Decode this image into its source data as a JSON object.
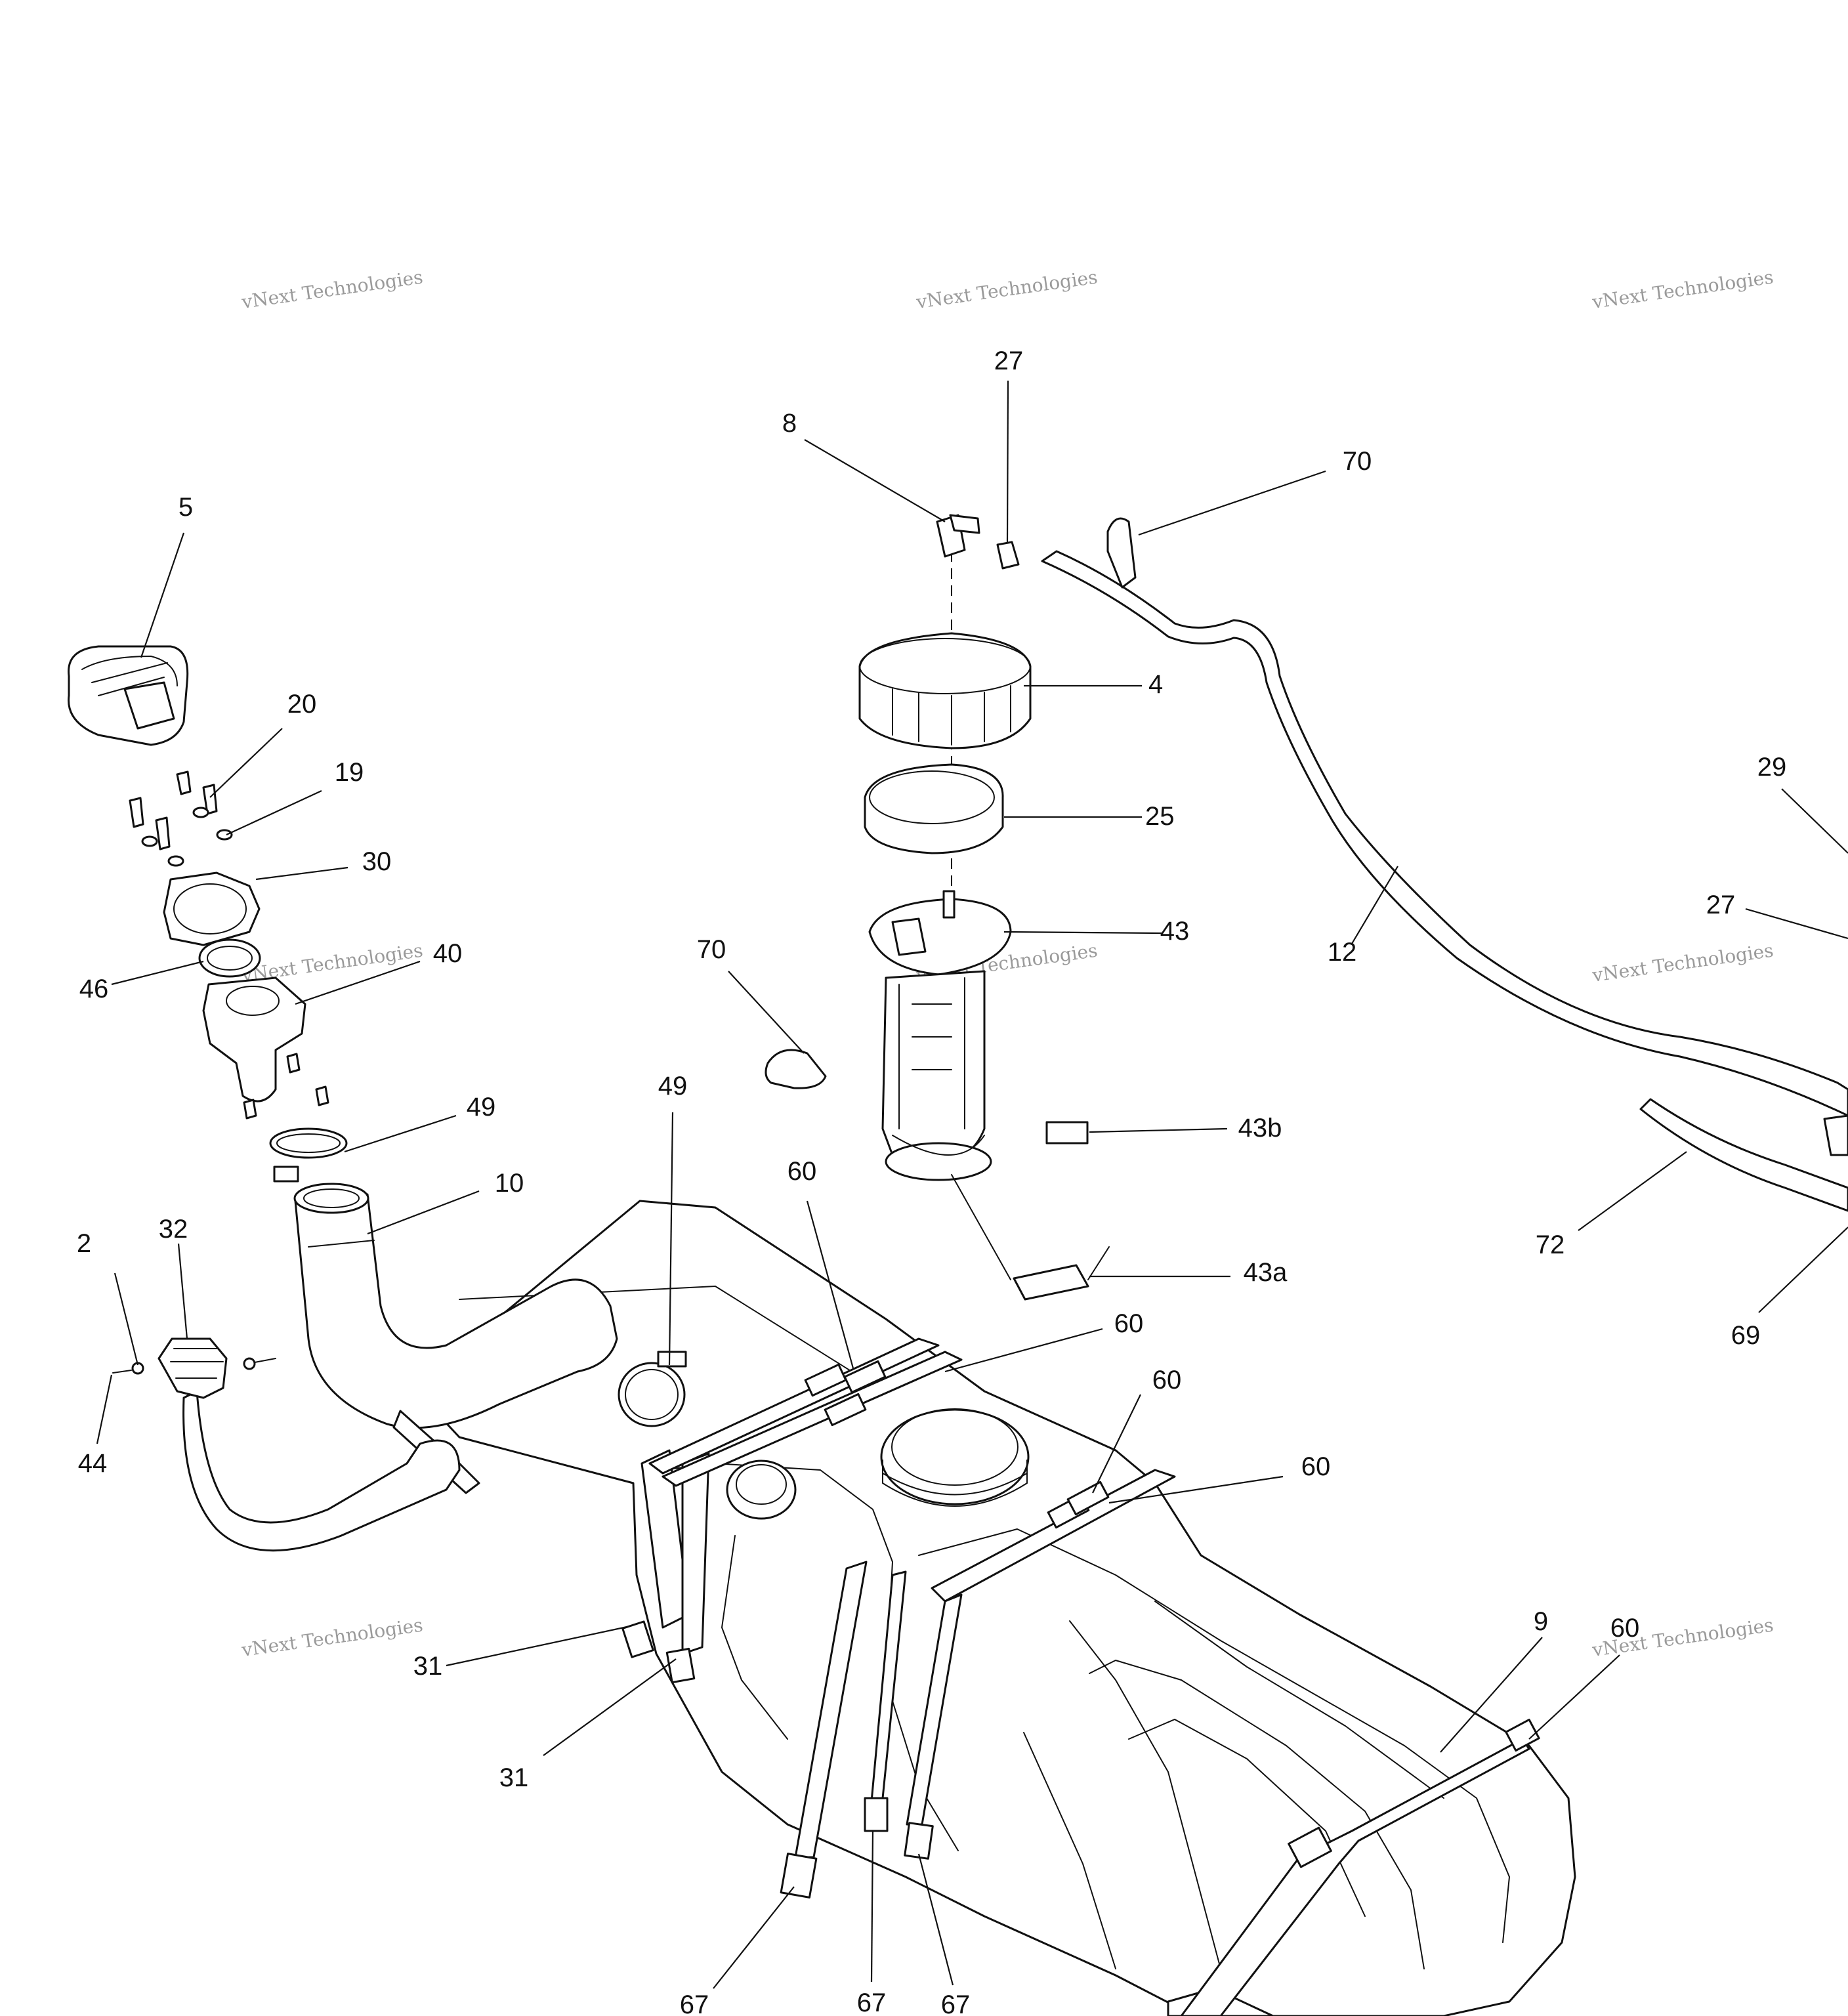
{
  "watermark": {
    "line1": "vNext Technologies",
    "line2": "vNext\nTechnologies"
  },
  "callouts": [
    {
      "id": "c5",
      "text": "5"
    },
    {
      "id": "c20",
      "text": "20"
    },
    {
      "id": "c19",
      "text": "19"
    },
    {
      "id": "c30",
      "text": "30"
    },
    {
      "id": "c40",
      "text": "40"
    },
    {
      "id": "c46",
      "text": "46"
    },
    {
      "id": "c49a",
      "text": "49"
    },
    {
      "id": "c10",
      "text": "10"
    },
    {
      "id": "c2",
      "text": "2"
    },
    {
      "id": "c32",
      "text": "32"
    },
    {
      "id": "c44",
      "text": "44"
    },
    {
      "id": "c8",
      "text": "8"
    },
    {
      "id": "c27a",
      "text": "27"
    },
    {
      "id": "c70a",
      "text": "70"
    },
    {
      "id": "c4",
      "text": "4"
    },
    {
      "id": "c25",
      "text": "25"
    },
    {
      "id": "c43",
      "text": "43"
    },
    {
      "id": "c12",
      "text": "12"
    },
    {
      "id": "c70b",
      "text": "70"
    },
    {
      "id": "c49b",
      "text": "49"
    },
    {
      "id": "c60a",
      "text": "60"
    },
    {
      "id": "c43b",
      "text": "43b"
    },
    {
      "id": "c43a",
      "text": "43a"
    },
    {
      "id": "c60b",
      "text": "60"
    },
    {
      "id": "c60c",
      "text": "60"
    },
    {
      "id": "c60d",
      "text": "60"
    },
    {
      "id": "c29",
      "text": "29"
    },
    {
      "id": "c27b",
      "text": "27"
    },
    {
      "id": "c72",
      "text": "72"
    },
    {
      "id": "c69",
      "text": "69"
    },
    {
      "id": "c31a",
      "text": "31"
    },
    {
      "id": "c31b",
      "text": "31"
    },
    {
      "id": "c9",
      "text": "9"
    },
    {
      "id": "c60e",
      "text": "60"
    },
    {
      "id": "c67a",
      "text": "67"
    },
    {
      "id": "c67b",
      "text": "67"
    },
    {
      "id": "c67c",
      "text": "67"
    }
  ]
}
